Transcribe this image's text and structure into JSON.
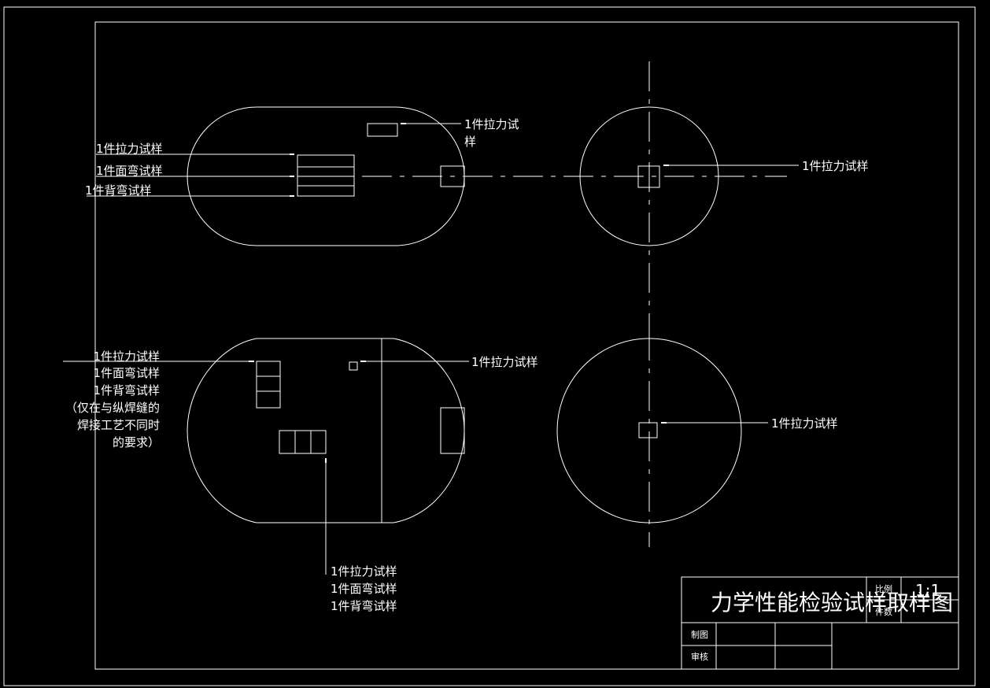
{
  "labels": {
    "top_left_tension": "1件拉力试样",
    "top_left_face_bend": "1件面弯试样",
    "top_left_back_bend": "1件背弯试样",
    "top_right_tension_line1": "1件拉力试",
    "top_right_tension_line2": "样",
    "top_circle_tension": "1件拉力试样",
    "bottom_left_tension": "1件拉力试样",
    "bottom_left_face_bend": "1件面弯试样",
    "bottom_left_back_bend": "1件背弯试样",
    "bottom_left_note_1": "（仅在与纵焊缝的",
    "bottom_left_note_2": "焊接工艺不同时",
    "bottom_left_note_3": "的要求）",
    "bottom_mid_tension": "1件拉力试样",
    "bottom_circle_tension": "1件拉力试样",
    "bottom_lower_tension": "1件拉力试样",
    "bottom_lower_face_bend": "1件面弯试样",
    "bottom_lower_back_bend": "1件背弯试样"
  },
  "title_block": {
    "title": "力学性能检验试样取样图",
    "scale_label": "比例",
    "scale_value": "1:1",
    "count_label": "件数",
    "drawn_label": "制图",
    "review_label": "审核"
  }
}
